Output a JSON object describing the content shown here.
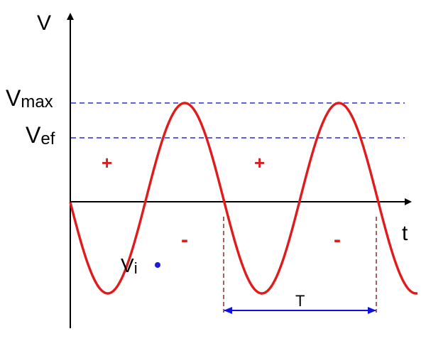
{
  "labels": {
    "v_axis": "V",
    "t_axis": "t",
    "vmax_main": "V",
    "vmax_sub": "max",
    "vef_main": "V",
    "vef_sub": "ef",
    "vi_main": "V",
    "vi_sub": "i",
    "period": "T",
    "positive_signs": [
      "+",
      "+"
    ],
    "negative_signs": [
      "-",
      "-"
    ]
  },
  "colors": {
    "wave": "#e01b1b",
    "axis": "#000000",
    "reference_lines": "#2a2ad6",
    "period_arrow": "#1010e0",
    "period_ticks": "#8b2a2a",
    "signs": "#d42020",
    "point": "#1a1ae0"
  }
}
